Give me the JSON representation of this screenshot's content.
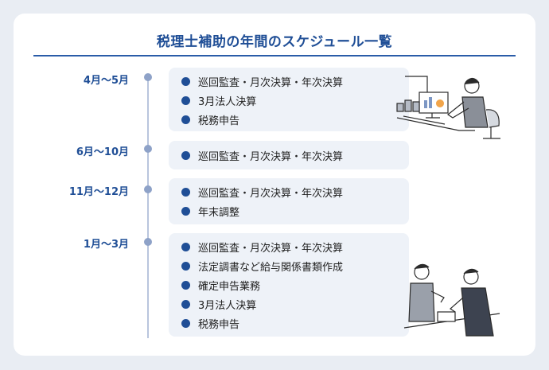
{
  "title": "税理士補助の年間のスケジュール一覧",
  "periods": [
    {
      "label": "4月〜5月",
      "items": [
        "巡回監査・月次決算・年次決算",
        "3月法人決算",
        "税務申告"
      ]
    },
    {
      "label": "6月〜10月",
      "items": [
        "巡回監査・月次決算・年次決算"
      ]
    },
    {
      "label": "11月〜12月",
      "items": [
        "巡回監査・月次決算・年次決算",
        "年末調整"
      ]
    },
    {
      "label": "1月〜3月",
      "items": [
        "巡回監査・月次決算・年次決算",
        "法定調書など給与関係書類作成",
        "確定申告業務",
        "3月法人決算",
        "税務申告"
      ]
    }
  ],
  "colors": {
    "accent": "#1f4e96",
    "timeline": "#8ea2c8",
    "box": "#eef2f8"
  }
}
